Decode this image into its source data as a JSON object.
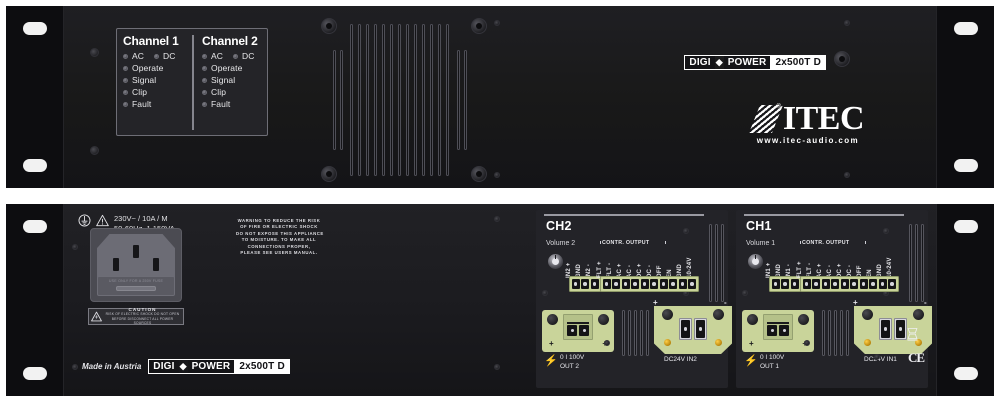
{
  "product": {
    "brand": "ITEC",
    "url": "www.itec-audio.com",
    "badge": {
      "name": "DIGI",
      "diamond": "◆",
      "power": "POWER",
      "model": "2x500T  D"
    },
    "made_in": "Made in Austria"
  },
  "front": {
    "channels": [
      {
        "title": "Channel 1",
        "leds": [
          "AC",
          "DC",
          "Operate",
          "Signal",
          "Clip",
          "Fault"
        ]
      },
      {
        "title": "Channel 2",
        "leds": [
          "AC",
          "DC",
          "Operate",
          "Signal",
          "Clip",
          "Fault"
        ]
      }
    ]
  },
  "rear": {
    "mains": {
      "line1": "230V~ / 10A / M",
      "line2": "50-60Hz, 1.150VA",
      "fuse_note": "USE ONLY FOR A 250V FUSE"
    },
    "caution": {
      "title": "CAUTION",
      "line1": "RISK OF ELECTRIC SHOCK DO NOT OPEN",
      "line2": "BEFORE DISCONNECT ALL POWER SOURCES"
    },
    "warning_lines": [
      "WARNING TO REDUCE THE RISK",
      "OF FIRE OR ELECTRIC SHOCK",
      "DO NOT EXPOSE THIS APPLIANCE",
      "TO MOISTURE. TO MAKE ALL",
      "CONNECTIONS PROPER,",
      "PLEASE SEE USERS MANUAL."
    ],
    "modules": [
      {
        "title": "CH2",
        "volume_label": "Volume 2",
        "input_terminals": [
          "IN2 +",
          "GND",
          "IN2 -"
        ],
        "contr_caption": "CONTR. OUTPUT",
        "control_terminals": [
          "FLT +",
          "FLT -",
          "AC +",
          "AC -",
          "DC +",
          "DC -",
          "OFF",
          "EN",
          "GND",
          "10-24V"
        ],
        "speaker_label_line1": "0 I 100V",
        "speaker_label_line2": "OUT 2",
        "dc_caption": "DC24V IN2",
        "plus": "+",
        "minus": "-"
      },
      {
        "title": "CH1",
        "volume_label": "Volume 1",
        "input_terminals": [
          "IN1 +",
          "GND",
          "IN1 -"
        ],
        "contr_caption": "CONTR. OUTPUT",
        "control_terminals": [
          "FLT +",
          "FLT -",
          "AC +",
          "AC -",
          "DC +",
          "DC -",
          "OFF",
          "EN",
          "GND",
          "10-24V"
        ],
        "speaker_label_line1": "0 I 100V",
        "speaker_label_line2": "OUT 1",
        "dc_caption": "DC24V IN1",
        "plus": "+",
        "minus": "-"
      }
    ],
    "ce_mark": "CE"
  },
  "colors": {
    "chassis": "#17171a",
    "face": "#1c1c20",
    "terminal_green": "#c9d49a",
    "led_yellow": "#ffcf4a",
    "text": "#e6e6ea"
  }
}
